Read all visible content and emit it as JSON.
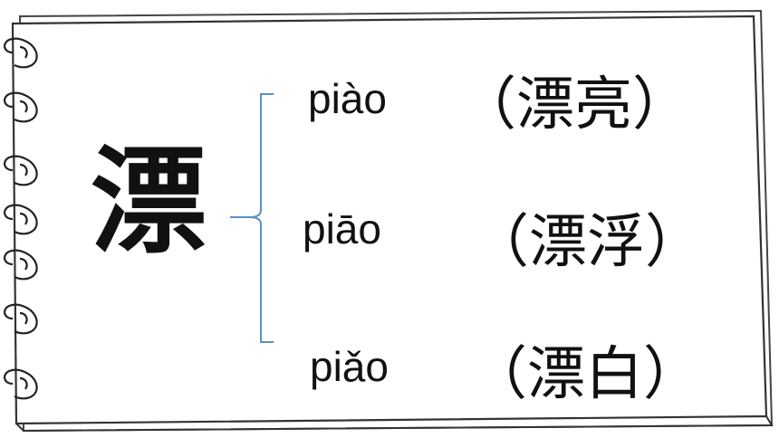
{
  "character": "漂",
  "readings": [
    {
      "pinyin": "piào",
      "word": "（漂亮）"
    },
    {
      "pinyin": "piāo",
      "word": "（漂浮）"
    },
    {
      "pinyin": "piǎo",
      "word": "（漂白）"
    }
  ],
  "colors": {
    "bracket": "#5b8fc7",
    "ink": "#111111",
    "page_border": "#333333"
  }
}
